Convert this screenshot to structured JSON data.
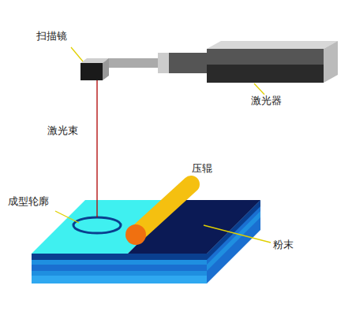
{
  "diagram": {
    "labels": [
      "扫描镜",
      "激光器",
      "激光束",
      "压辊",
      "成型轮廓",
      "粉末"
    ]
  }
}
